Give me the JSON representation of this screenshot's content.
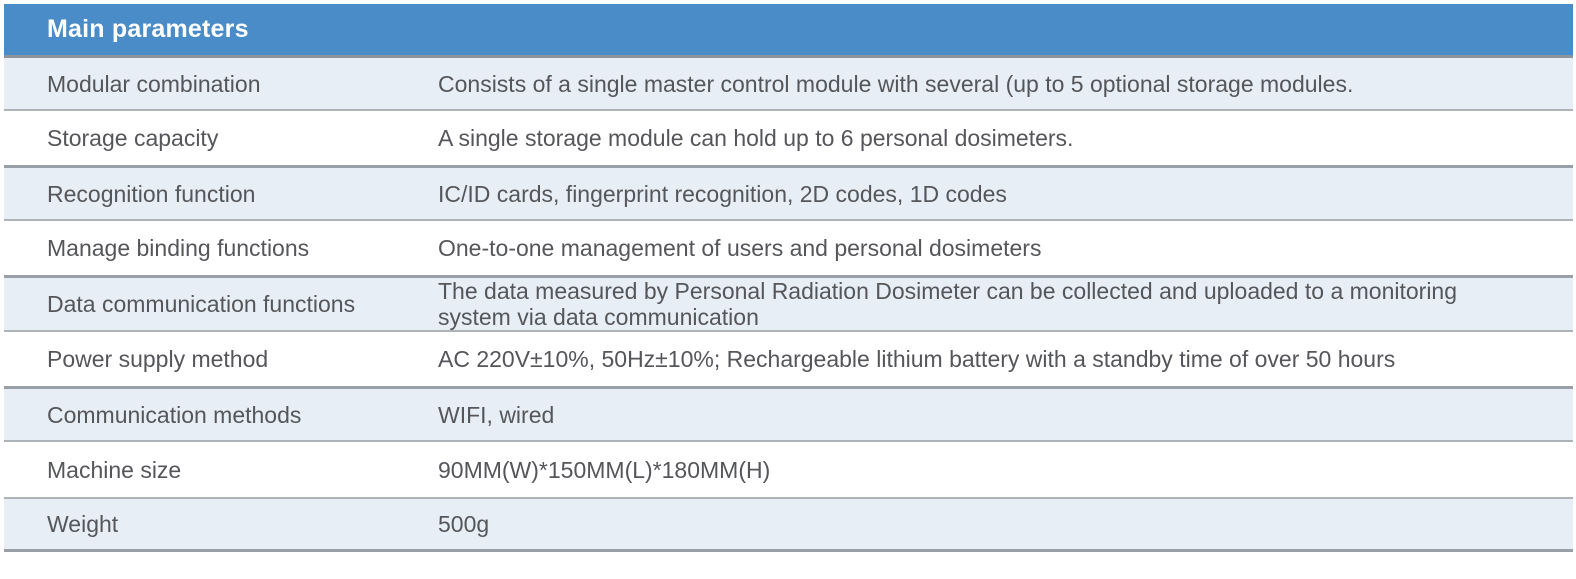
{
  "header": {
    "title": "Main parameters"
  },
  "colors": {
    "header_bg": "#4a8cc7",
    "header_text": "#ffffff",
    "row_alt_bg": "#e8eef6",
    "row_bg": "#ffffff",
    "separator": "#aeb3b8",
    "separator_thick": "#989fa6",
    "text": "#55565a"
  },
  "table": {
    "rows": [
      {
        "label": "Modular combination",
        "value": "Consists of a single master control module with several (up to 5 optional storage modules."
      },
      {
        "label": "Storage capacity",
        "value": "A single storage module can hold up to 6 personal dosimeters."
      },
      {
        "label": "Recognition function",
        "value": "IC/ID cards, fingerprint recognition, 2D codes, 1D codes"
      },
      {
        "label": "Manage binding functions",
        "value": "One-to-one management of users and personal dosimeters"
      },
      {
        "label": "Data communication functions",
        "value": "The data measured by Personal Radiation Dosimeter can be collected and uploaded to a monitoring system via data communication"
      },
      {
        "label": "Power supply method",
        "value": "AC 220V±10%, 50Hz±10%; Rechargeable lithium battery with a standby time of over 50 hours"
      },
      {
        "label": "Communication methods",
        "value": "WIFI, wired"
      },
      {
        "label": "Machine size",
        "value": "90MM(W)*150MM(L)*180MM(H)"
      },
      {
        "label": "Weight",
        "value": "500g"
      }
    ]
  }
}
